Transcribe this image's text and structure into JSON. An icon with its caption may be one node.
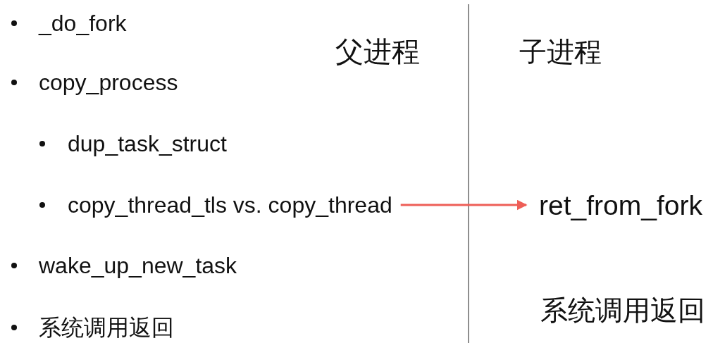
{
  "diagram": {
    "nodes": [
      {
        "text": [
          "copy_thread_tls vs. copy_thread"
        ]
      },
      {
        "text": [
          "ret_from_fork"
        ]
      }
    ],
    "edges": [
      {
        "from": 0,
        "to": 1,
        "arrow": "to"
      }
    ],
    "labels": [
      "_do_fork",
      "copy_process",
      "dup_task_struct",
      "wake_up_new_task",
      "系统调用返回",
      "父进程",
      "子进程",
      "系统调用返回"
    ]
  }
}
